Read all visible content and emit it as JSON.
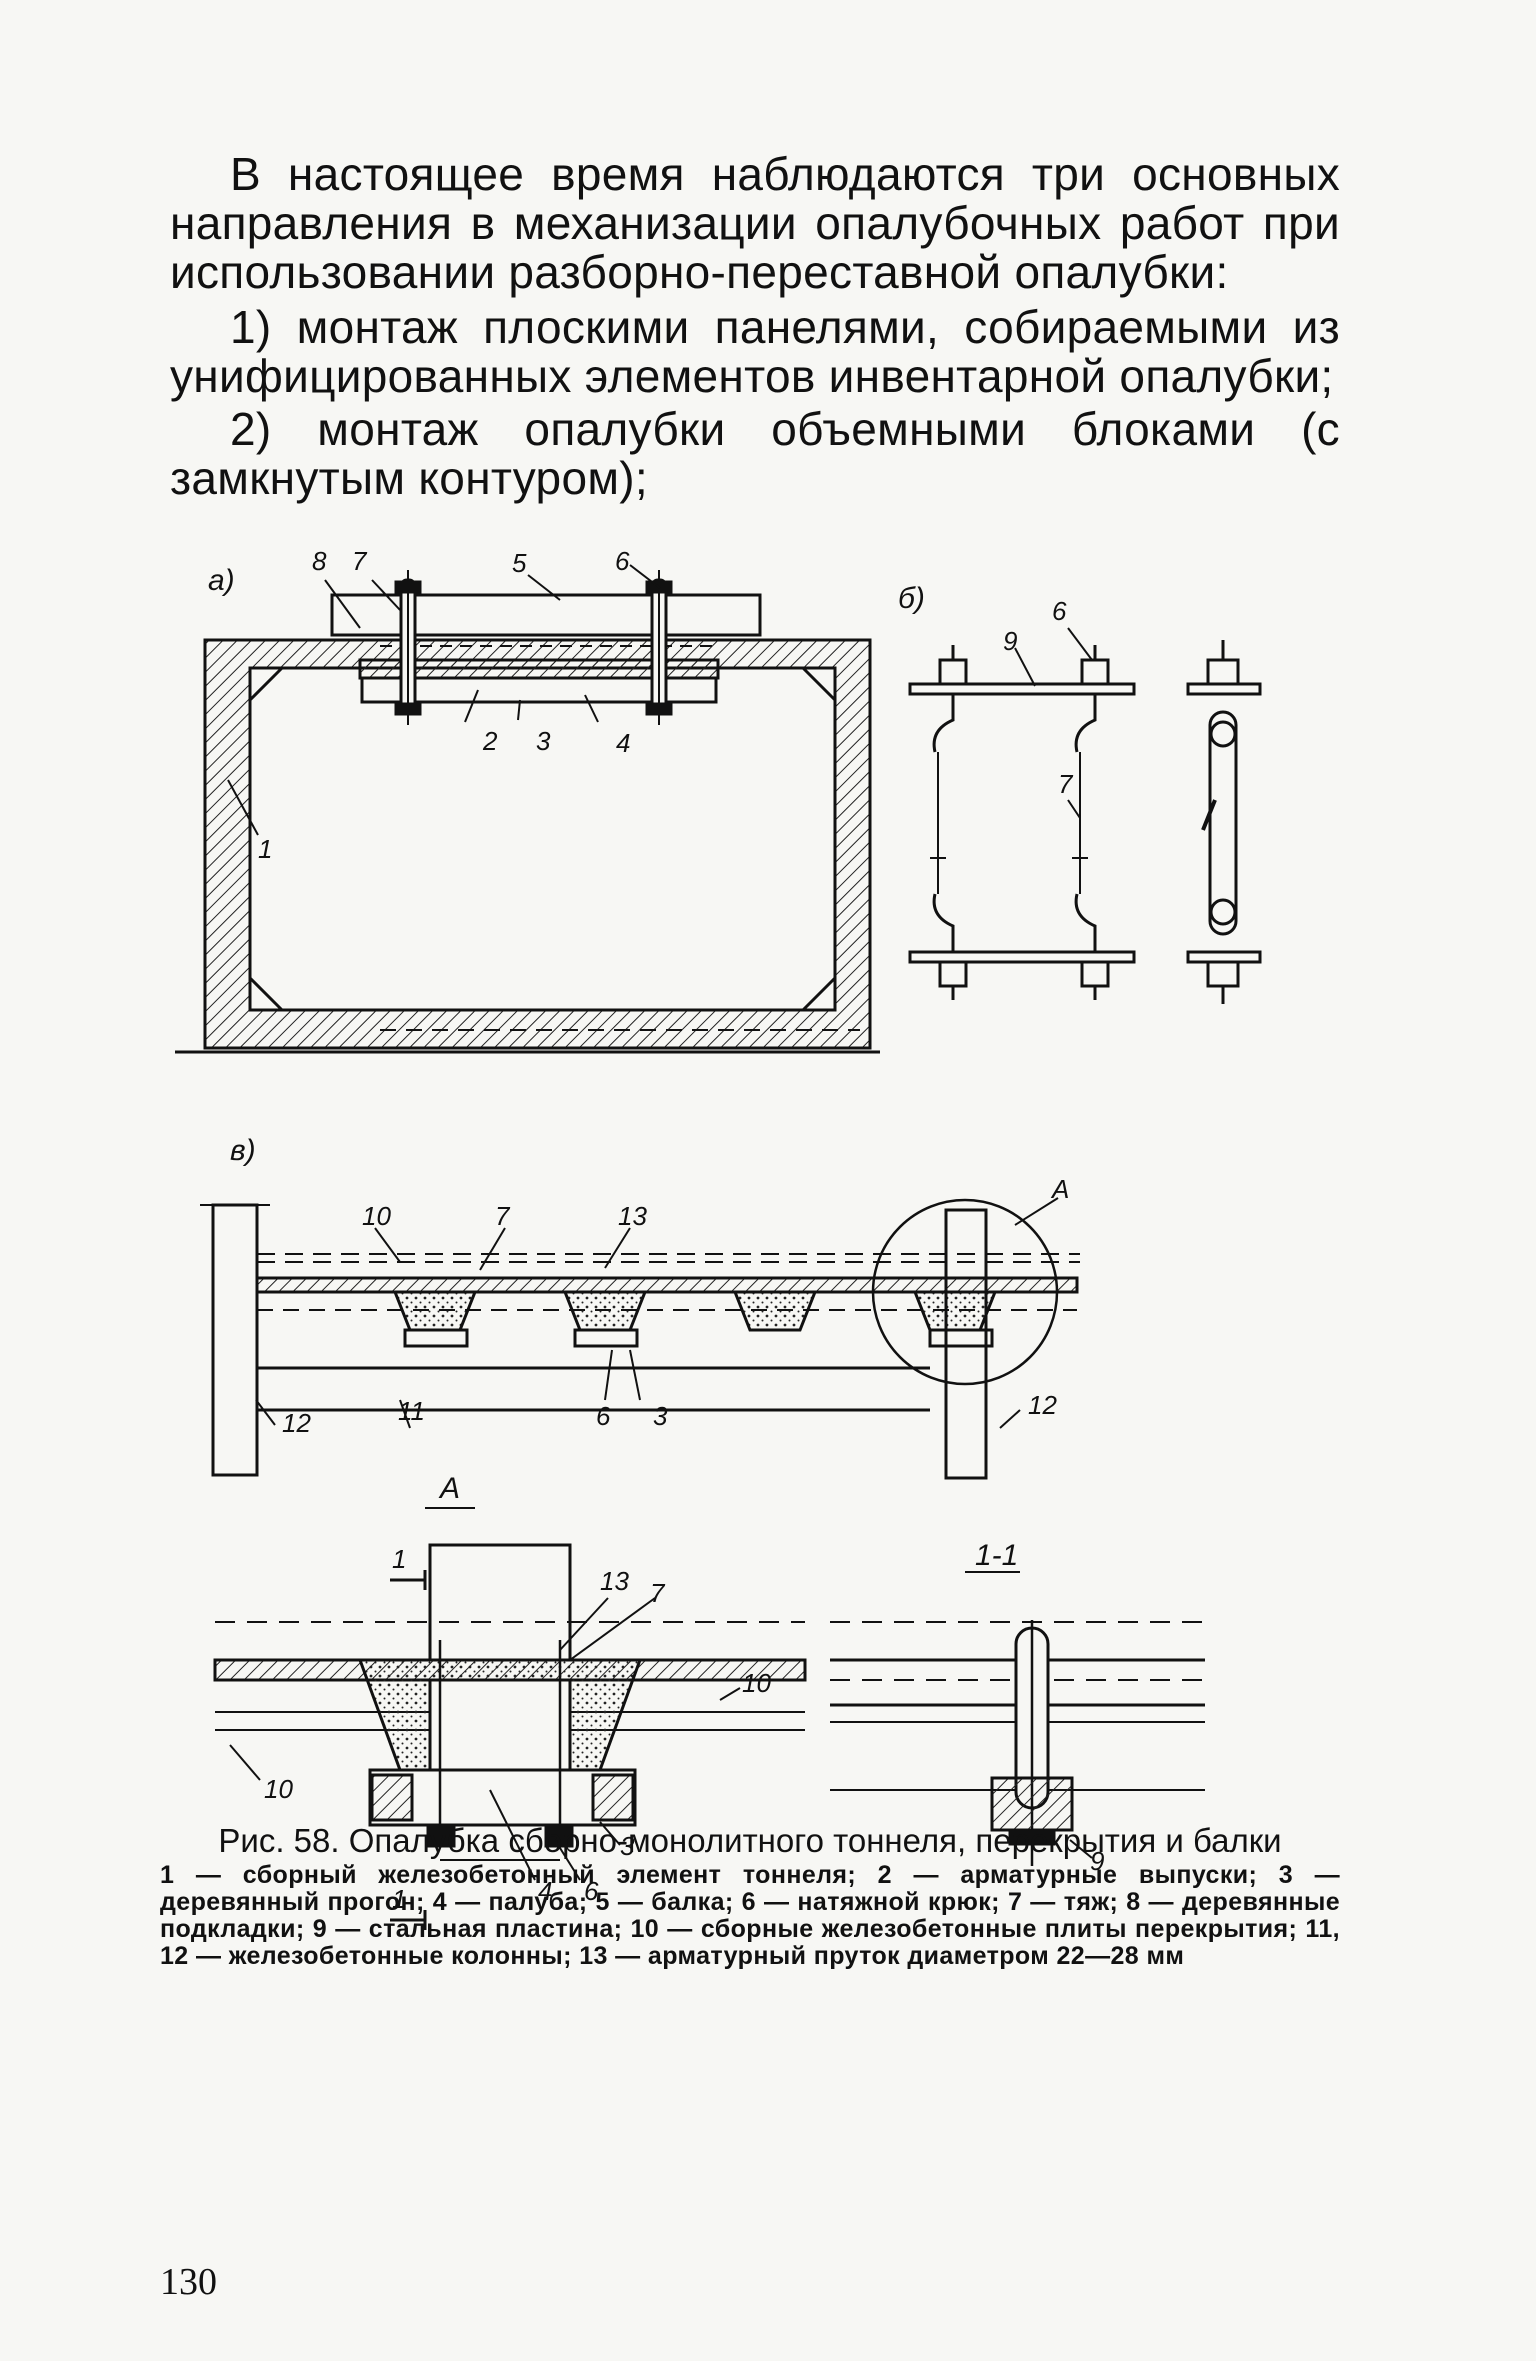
{
  "text": {
    "para1": "В настоящее время наблюдаются три основных направления в механизации опалубочных работ при использовании разборно-переставной опалубки:",
    "item1": "1) монтаж плоскими панелями, собираемыми из унифицированных элементов инвентарной опалубки;",
    "item2": "2) монтаж опалубки объемными блоками (с замкнутым контуром);"
  },
  "figure": {
    "panel_a": "а)",
    "panel_b": "б)",
    "panel_c": "в)",
    "labels_a": [
      "8",
      "7",
      "5",
      "6",
      "1",
      "2",
      "3",
      "4"
    ],
    "labels_b": [
      "9",
      "6",
      "7"
    ],
    "labels_c": [
      "10",
      "7",
      "13",
      "А",
      "12",
      "11",
      "6",
      "3",
      "12"
    ],
    "detail_A": {
      "title": "А",
      "labels": [
        "1",
        "13",
        "7",
        "10",
        "10",
        "3",
        "4",
        "6",
        "1"
      ]
    },
    "section_11": {
      "title": "1-1",
      "labels": [
        "9"
      ]
    }
  },
  "caption": {
    "title": "Рис. 58. Опалубка сборно-монолитного тоннеля, перекрытия и балки",
    "legend": "1 — сборный железобетонный элемент тоннеля; 2 — арматурные выпуски; 3 — деревянный прогон; 4 — палуба; 5 — балка; 6 — натяжной крюк; 7 — тяж; 8 — деревянные подкладки; 9 — стальная пластина; 10 — сборные железобетонные плиты перекрытия; 11, 12 — железобетонные колонны; 13 — арматурный пруток диаметром 22—28 мм"
  },
  "page_number": "130"
}
